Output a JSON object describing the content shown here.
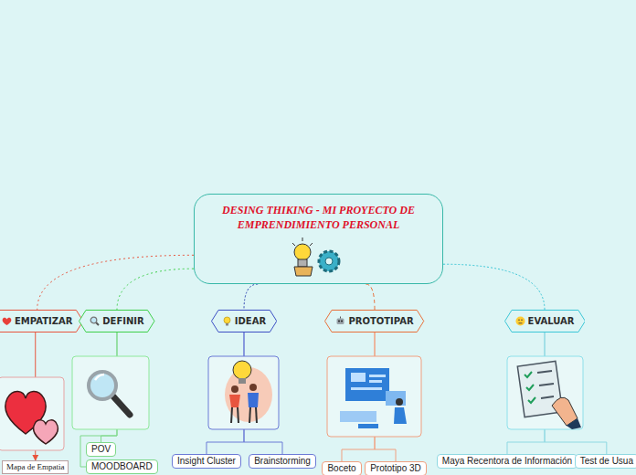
{
  "diagram": {
    "nodes": [
      {
        "text": [
          "DESING THIKING - MI PROYECTO DE EMPRENDIMIENTO PERSONAL"
        ]
      },
      {
        "text": [
          "EMPATIZAR"
        ]
      },
      {
        "text": [
          "DEFINIR"
        ]
      },
      {
        "text": [
          "IDEAR"
        ]
      },
      {
        "text": [
          "PROTOTIPAR"
        ]
      },
      {
        "text": [
          "EVALUAR"
        ]
      },
      {
        "text": [
          "Mapa de Empatia"
        ]
      },
      {
        "text": [
          "POV"
        ]
      },
      {
        "text": [
          "MOODBOARD"
        ]
      },
      {
        "text": [
          "Insight Cluster"
        ]
      },
      {
        "text": [
          "Brainstorming"
        ]
      },
      {
        "text": [
          "Boceto"
        ]
      },
      {
        "text": [
          "Prototipo 3D"
        ]
      },
      {
        "text": [
          "Maya Recentora de Información"
        ]
      },
      {
        "text": [
          "Test de Usua"
        ]
      }
    ],
    "edges": [
      {
        "from": 0,
        "to": 1,
        "arrow": "none"
      },
      {
        "from": 0,
        "to": 2,
        "arrow": "none"
      },
      {
        "from": 0,
        "to": 3,
        "arrow": "none"
      },
      {
        "from": 0,
        "to": 4,
        "arrow": "none"
      },
      {
        "from": 0,
        "to": 5,
        "arrow": "none"
      },
      {
        "from": 1,
        "to": 6,
        "arrow": "to"
      },
      {
        "from": 2,
        "to": 7,
        "arrow": "none"
      },
      {
        "from": 2,
        "to": 8,
        "arrow": "none"
      },
      {
        "from": 3,
        "to": 9,
        "arrow": "none"
      },
      {
        "from": 3,
        "to": 10,
        "arrow": "none"
      },
      {
        "from": 4,
        "to": 11,
        "arrow": "none"
      },
      {
        "from": 4,
        "to": 12,
        "arrow": "none"
      },
      {
        "from": 5,
        "to": 13,
        "arrow": "none"
      },
      {
        "from": 5,
        "to": 14,
        "arrow": "none"
      }
    ]
  }
}
